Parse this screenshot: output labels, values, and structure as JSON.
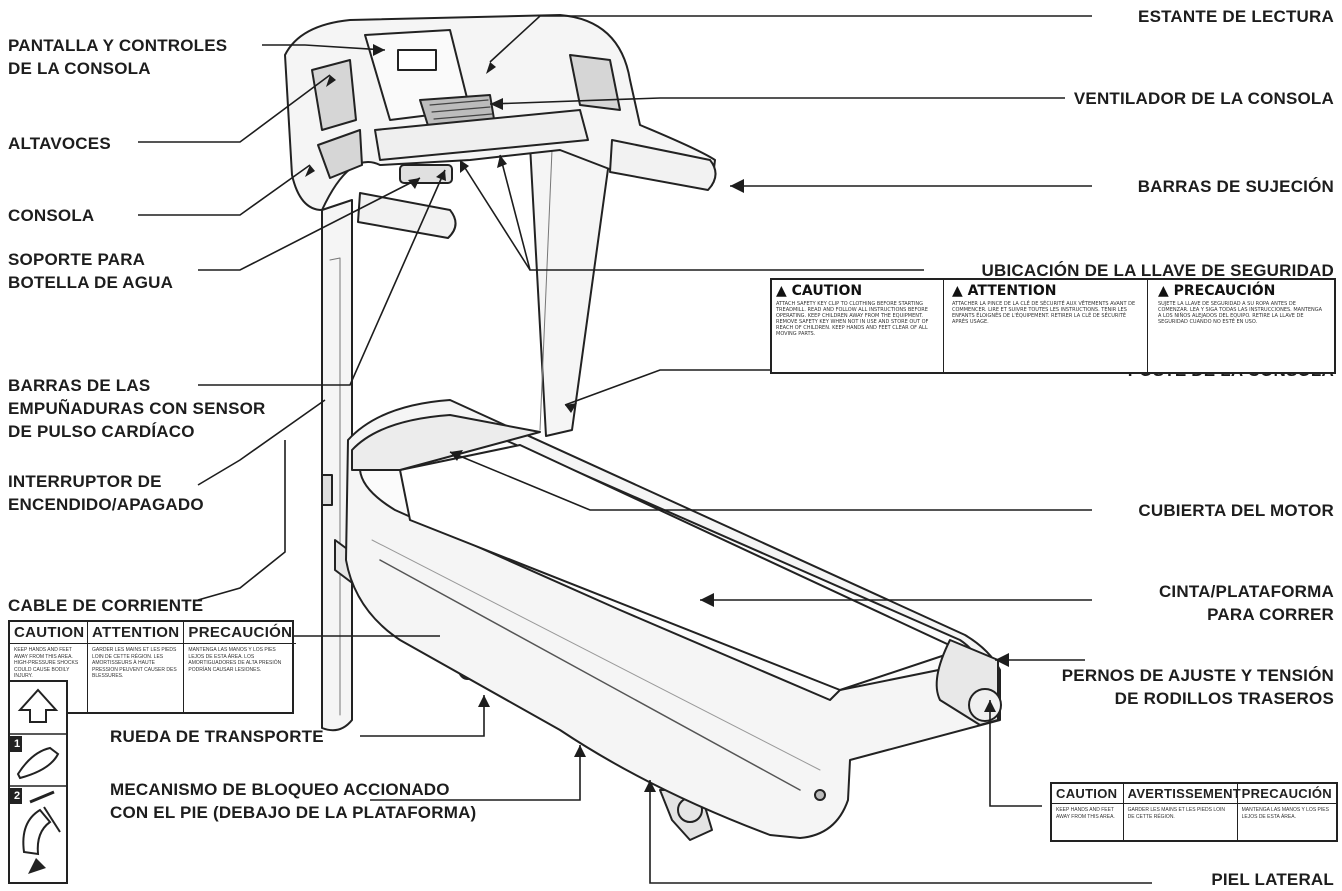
{
  "labels": {
    "pantalla": "PANTALLA Y CONTROLES DE LA CONSOLA",
    "altavoces": "ALTAVOCES",
    "consola": "CONSOLA",
    "soporte": "SOPORTE PARA BOTELLA DE AGUA",
    "barras_empunaduras": "BARRAS DE LAS EMPUÑADURAS CON SENSOR DE PULSO CARDÍACO",
    "interruptor": "INTERRUPTOR DE ENCENDIDO/APAGADO",
    "cable": "CABLE DE CORRIENTE",
    "rueda": "RUEDA DE TRANSPORTE",
    "mecanismo": "MECANISMO DE BLOQUEO ACCIONADO CON EL PIE (DEBAJO DE LA PLATAFORMA)",
    "estante": "ESTANTE DE LECTURA",
    "ventilador": "VENTILADOR DE LA CONSOLA",
    "barras_sujecion": "BARRAS DE SUJECIÓN",
    "ubicacion_llave": "UBICACIÓN DE LA LLAVE DE SEGURIDAD",
    "poste": "POSTE DE LA CONSOLA",
    "cubierta": "CUBIERTA DEL MOTOR",
    "cinta": "CINTA/PLATAFORMA PARA CORRER",
    "pernos": "PERNOS DE AJUSTE Y TENSIÓN DE RODILLOS TRASEROS",
    "piel_lateral": "PIEL LATERAL"
  },
  "label_lines": {
    "pantalla": [
      "PANTALLA Y CONTROLES",
      "DE LA CONSOLA"
    ],
    "soporte": [
      "SOPORTE PARA",
      "BOTELLA DE AGUA"
    ],
    "barras_empunaduras": [
      "BARRAS DE LAS",
      "EMPUÑADURAS CON SENSOR",
      "DE PULSO CARDÍACO"
    ],
    "interruptor": [
      "INTERRUPTOR DE",
      "ENCENDIDO/APAGADO"
    ],
    "mecanismo": [
      "MECANISMO DE BLOQUEO ACCIONADO",
      "CON EL PIE (DEBAJO DE LA PLATAFORMA)"
    ],
    "cinta": [
      "CINTA/PLATAFORMA",
      "PARA CORRER"
    ],
    "pernos": [
      "PERNOS DE AJUSTE Y TENSIÓN",
      "DE RODILLOS TRASEROS"
    ]
  },
  "warning_large": [
    {
      "head": "▲ CAUTION",
      "body": "ATTACH SAFETY KEY CLIP TO CLOTHING BEFORE STARTING TREADMILL. READ AND FOLLOW ALL INSTRUCTIONS BEFORE OPERATING. KEEP CHILDREN AWAY FROM THE EQUIPMENT. REMOVE SAFETY KEY WHEN NOT IN USE AND STORE OUT OF REACH OF CHILDREN. KEEP HANDS AND FEET CLEAR OF ALL MOVING PARTS."
    },
    {
      "head": "▲ ATTENTION",
      "body": "ATTACHER LA PINCE DE LA CLÉ DE SÉCURITÉ AUX VÊTEMENTS AVANT DE COMMENCER. LIRE ET SUIVRE TOUTES LES INSTRUCTIONS. TENIR LES ENFANTS ÉLOIGNÉS DE L'ÉQUIPEMENT. RETIRER LA CLÉ DE SÉCURITÉ APRÈS USAGE."
    },
    {
      "head": "▲ PRECAUCIÓN",
      "body": "SUJETE LA LLAVE DE SEGURIDAD A SU ROPA ANTES DE COMENZAR. LEA Y SIGA TODAS LAS INSTRUCCIONES. MANTENGA A LOS NIÑOS ALEJADOS DEL EQUIPO. RETIRE LA LLAVE DE SEGURIDAD CUANDO NO ESTÉ EN USO."
    }
  ],
  "warning_small_left": [
    {
      "head": "CAUTION",
      "body": "KEEP HANDS AND FEET AWAY FROM THIS AREA. HIGH-PRESSURE SHOCKS COULD CAUSE BODILY INJURY."
    },
    {
      "head": "ATTENTION",
      "body": "GARDER LES MAINS ET LES PIEDS LOIN DE CETTE RÉGION. LES AMORTISSEURS À HAUTE PRESSION PEUVENT CAUSER DES BLESSURES."
    },
    {
      "head": "PRECAUCIÓN",
      "body": "MANTENGA LAS MANOS Y LOS PIES LEJOS DE ESTA ÁREA. LOS AMORTIGUADORES DE ALTA PRESIÓN PODRÍAN CAUSAR LESIONES."
    }
  ],
  "warning_small_right": [
    {
      "head": "CAUTION",
      "body": "KEEP HANDS AND FEET AWAY FROM THIS AREA."
    },
    {
      "head": "AVERTISSEMENT",
      "body": "GARDER LES MAINS ET LES PIEDS LOIN DE CETTE RÉGION."
    },
    {
      "head": "PRECAUCIÓN",
      "body": "MANTENGA LAS MANOS Y LOS PIES LEJOS DE ESTA ÁREA."
    }
  ],
  "pedal_steps": [
    "1",
    "2"
  ],
  "colors": {
    "ink": "#1d1d1d",
    "frame_fill": "#f4f4f4",
    "shade": "#d9d9d9"
  }
}
